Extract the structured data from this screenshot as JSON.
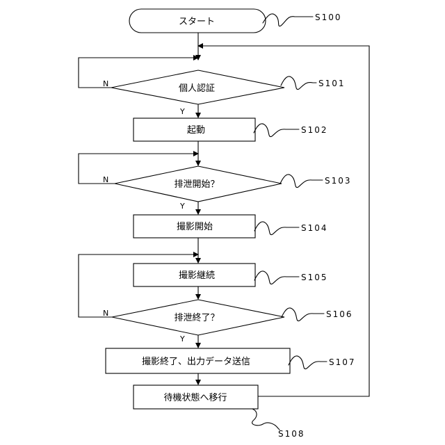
{
  "nodes": {
    "start": "スタート",
    "d101": "個人認証",
    "p102": "起動",
    "d103": "排泄開始？",
    "p104": "撮影開始",
    "p105": "撮影継続",
    "d106": "排泄終了？",
    "p107": "撮影終了、出力データ送信",
    "p108": "待機状態へ移行"
  },
  "step_labels": {
    "s100": "S100",
    "s101": "S101",
    "s102": "S102",
    "s103": "S103",
    "s104": "S104",
    "s105": "S105",
    "s106": "S106",
    "s107": "S107",
    "s108": "S108"
  },
  "branch_labels": {
    "n101": "N",
    "y101": "Y",
    "n103": "N",
    "y103": "Y",
    "n106": "N",
    "y106": "Y"
  }
}
